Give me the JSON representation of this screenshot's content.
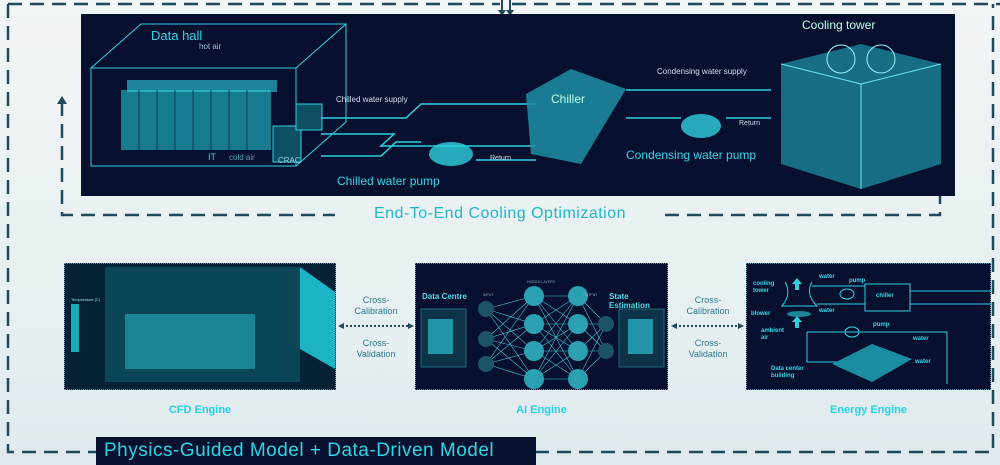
{
  "top": {
    "data_hall": "Data hall",
    "hot_air": "hot air",
    "cold_air": "cold air",
    "it": "IT",
    "crac": "CRAC",
    "chilled_supply": "Chilled water supply",
    "return1": "Return",
    "chilled_pump": "Chilled water pump",
    "chiller": "Chiller",
    "condensing_supply": "Condensing water supply",
    "return2": "Return",
    "condensing_pump": "Condensing water pump",
    "cooling_tower": "Cooling tower"
  },
  "title_top": "End-To-End Cooling Optimization",
  "engines": {
    "cfd": {
      "label": "CFD Engine",
      "legend_title": "Temperature (C)"
    },
    "ai": {
      "label": "AI Engine",
      "data_centre": "Data Centre",
      "state_estimation": "State Estimation",
      "input": "INPUT",
      "hidden": "HIDDEN LAYERS",
      "output": "OUTPUT"
    },
    "energy": {
      "label": "Energy Engine",
      "cooling_tower": "cooling tower",
      "water1": "water",
      "pump1": "pump",
      "chiller": "chiller",
      "water2": "water",
      "blower": "blower",
      "ambient_air": "ambient air",
      "pump2": "pump",
      "water3": "water",
      "water4": "water",
      "building": "Data center building"
    }
  },
  "cross": {
    "calibration": "Cross-Calibration",
    "validation": "Cross-Validation"
  },
  "title_bottom": "Physics-Guided Model + Data-Driven Model",
  "colors": {
    "accent": "#22d3e6",
    "panel": "#07102e",
    "dash": "#1f4a5c"
  }
}
